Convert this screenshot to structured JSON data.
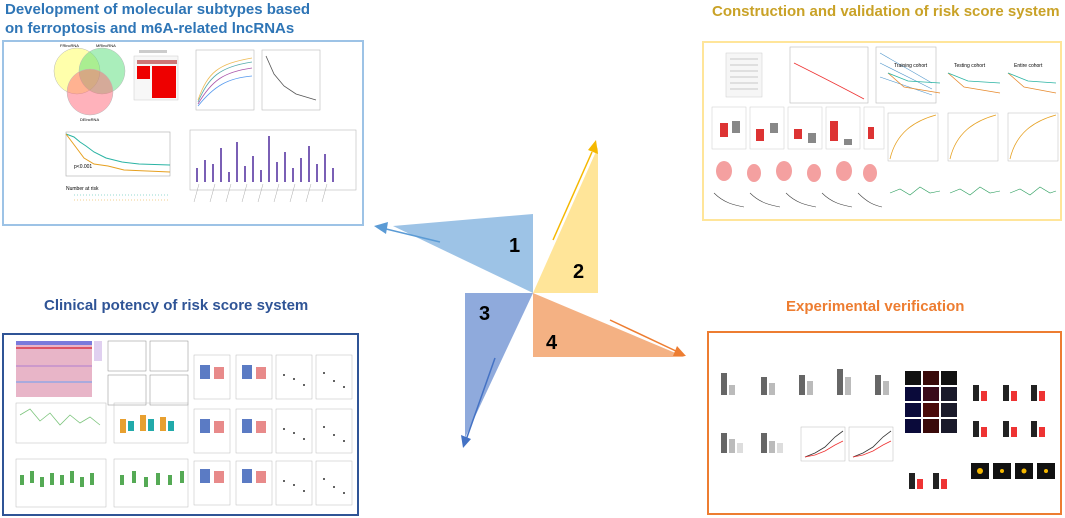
{
  "sections": [
    {
      "id": "top-left",
      "title": "Development of molecular subtypes based on ferroptosis and m6A-related lncRNAs",
      "color": "#2e75b6"
    },
    {
      "id": "top-right",
      "title": "Construction and validation of risk score system",
      "color": "#c9a227"
    },
    {
      "id": "bottom-left",
      "title": "Clinical potency of risk score system",
      "color": "#2f5496"
    },
    {
      "id": "bottom-right",
      "title": "Experimental verification",
      "color": "#ed7d31"
    }
  ],
  "center": {
    "numbers": [
      "1",
      "2",
      "3",
      "4"
    ],
    "colors": {
      "1": "#9dc3e6",
      "2": "#ffe599",
      "3": "#8faadc",
      "4": "#f4b183"
    },
    "arrow_colors": {
      "1": "#5b9bd5",
      "2": "#f5b800",
      "3": "#4472c4",
      "4": "#ed7d31"
    }
  },
  "panel_texts": {
    "venn_labels": [
      "FRlncRNA",
      "MRlncRNA",
      "DElncRNA"
    ],
    "pvalue": "p<0.001",
    "risk_table_title": "Number at risk",
    "cohorts": [
      "Training cohort",
      "Testing cohort",
      "Entire cohort"
    ]
  }
}
